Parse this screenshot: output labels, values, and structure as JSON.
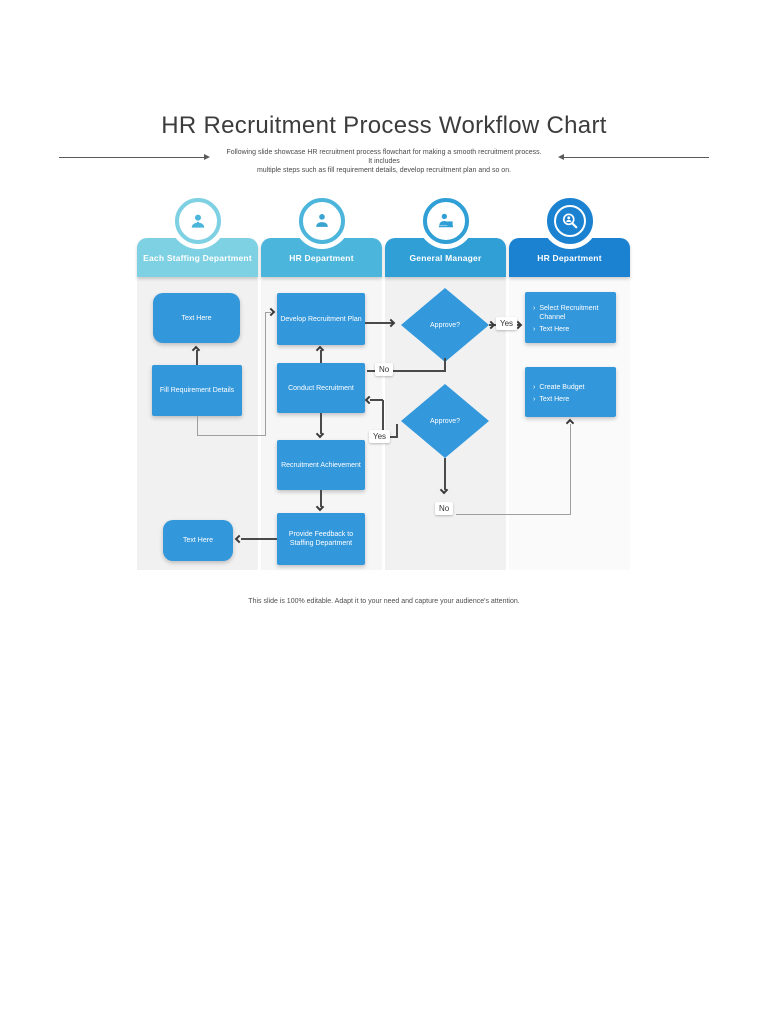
{
  "page": {
    "title": "HR Recruitment Process Workflow Chart",
    "subtitle_line1": "Following slide showcase HR recruitment process flowchart for making a smooth recruitment process. It includes",
    "subtitle_line2": "multiple steps such as fill requirement details, develop recruitment plan and so on.",
    "footer": "This slide is 100% editable. Adapt it to your need and capture your audience's attention."
  },
  "glyphs": {
    "bullet": "›"
  },
  "colors": {
    "column1": "#7ed0e3",
    "column2": "#4cb5db",
    "column3": "#2f9fd6",
    "column4": "#1b82d2",
    "node_blue": "#3397db",
    "band_gray_odd": "#f1f1f1",
    "band_gray_even": "#f7f7f7",
    "connector_dark": "#4a4a4a",
    "connector_light": "#9f9f9f"
  },
  "columns": [
    {
      "label": "Each Staffing Department",
      "icon": "staffing-department-person-icon",
      "color": "#7ed0e3"
    },
    {
      "label": "HR Department",
      "icon": "hr-person-icon",
      "color": "#4cb5db"
    },
    {
      "label": "General Manager",
      "icon": "general-manager-icon",
      "color": "#2f9fd6"
    },
    {
      "label": "HR Department",
      "icon": "search-person-icon",
      "color": "#1b82d2"
    }
  ],
  "nodes": {
    "text_here_top": "Text Here",
    "fill_requirement": "Fill Requirement Details",
    "develop_plan": "Develop Recruitment Plan",
    "conduct_recruitment": "Conduct Recruitment",
    "recruitment_achievement": "Recruitment Achievement",
    "provide_feedback": "Provide Feedback to Staffing Department",
    "text_here_bottom": "Text Here",
    "approve_1": "Approve?",
    "approve_2": "Approve?",
    "select_channel": [
      "Select Recruitment Channel",
      "Text Here"
    ],
    "create_budget": [
      "Create Budget",
      "Text Here"
    ]
  },
  "edge_labels": {
    "yes_1": "Yes",
    "no_1": "No",
    "yes_2": "Yes",
    "no_2": "No"
  },
  "edges": [
    {
      "from": "fill_requirement",
      "to": "text_here_top",
      "label": ""
    },
    {
      "from": "fill_requirement",
      "to": "develop_plan",
      "label": ""
    },
    {
      "from": "conduct_recruitment",
      "to": "develop_plan",
      "label": ""
    },
    {
      "from": "develop_plan",
      "to": "approve_1",
      "label": ""
    },
    {
      "from": "approve_1",
      "to": "select_channel",
      "label": "Yes"
    },
    {
      "from": "approve_1",
      "to": "conduct_recruitment",
      "label": "No"
    },
    {
      "from": "approve_2",
      "to": "conduct_recruitment",
      "label": "Yes"
    },
    {
      "from": "approve_2",
      "to": "create_budget",
      "label": "No"
    },
    {
      "from": "conduct_recruitment",
      "to": "recruitment_achievement",
      "label": ""
    },
    {
      "from": "recruitment_achievement",
      "to": "provide_feedback",
      "label": ""
    },
    {
      "from": "provide_feedback",
      "to": "text_here_bottom",
      "label": ""
    }
  ]
}
